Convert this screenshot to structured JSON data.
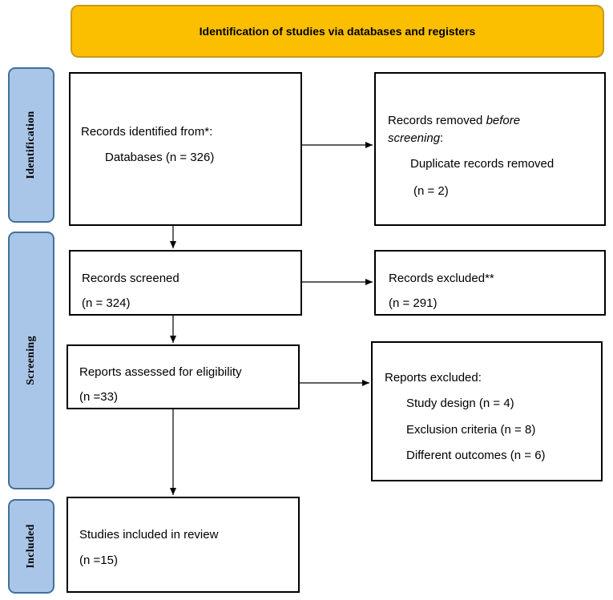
{
  "header": {
    "title": "Identification of studies via databases and registers"
  },
  "stages": {
    "identification": "Identification",
    "screening": "Screening",
    "included": "Included"
  },
  "boxes": {
    "records_identified": {
      "line1": "Records identified from*:",
      "line2": "Databases (n = 326)"
    },
    "records_removed": {
      "line1_prefix": "Records removed ",
      "line1_italic": "before",
      "line2_italic": "screening",
      "line2_suffix": ":",
      "line3": "Duplicate records removed",
      "line4": "(n = 2)"
    },
    "records_screened": {
      "line1": "Records screened",
      "line2": "(n = 324)"
    },
    "records_excluded": {
      "line1": "Records excluded**",
      "line2": "(n = 291)"
    },
    "reports_assessed": {
      "line1": "Reports assessed for eligibility",
      "line2": "(n =33)"
    },
    "reports_excluded": {
      "line1": "Reports excluded:",
      "line2": "Study design (n = 4)",
      "line3": "Exclusion criteria (n = 8)",
      "line4": "Different outcomes (n = 6)"
    },
    "studies_included": {
      "line1": "Studies included in review",
      "line2": "(n =15)"
    }
  },
  "colors": {
    "header_fill": "#fcbf00",
    "stage_fill": "#a9c6e8",
    "stage_border": "#41719c"
  }
}
